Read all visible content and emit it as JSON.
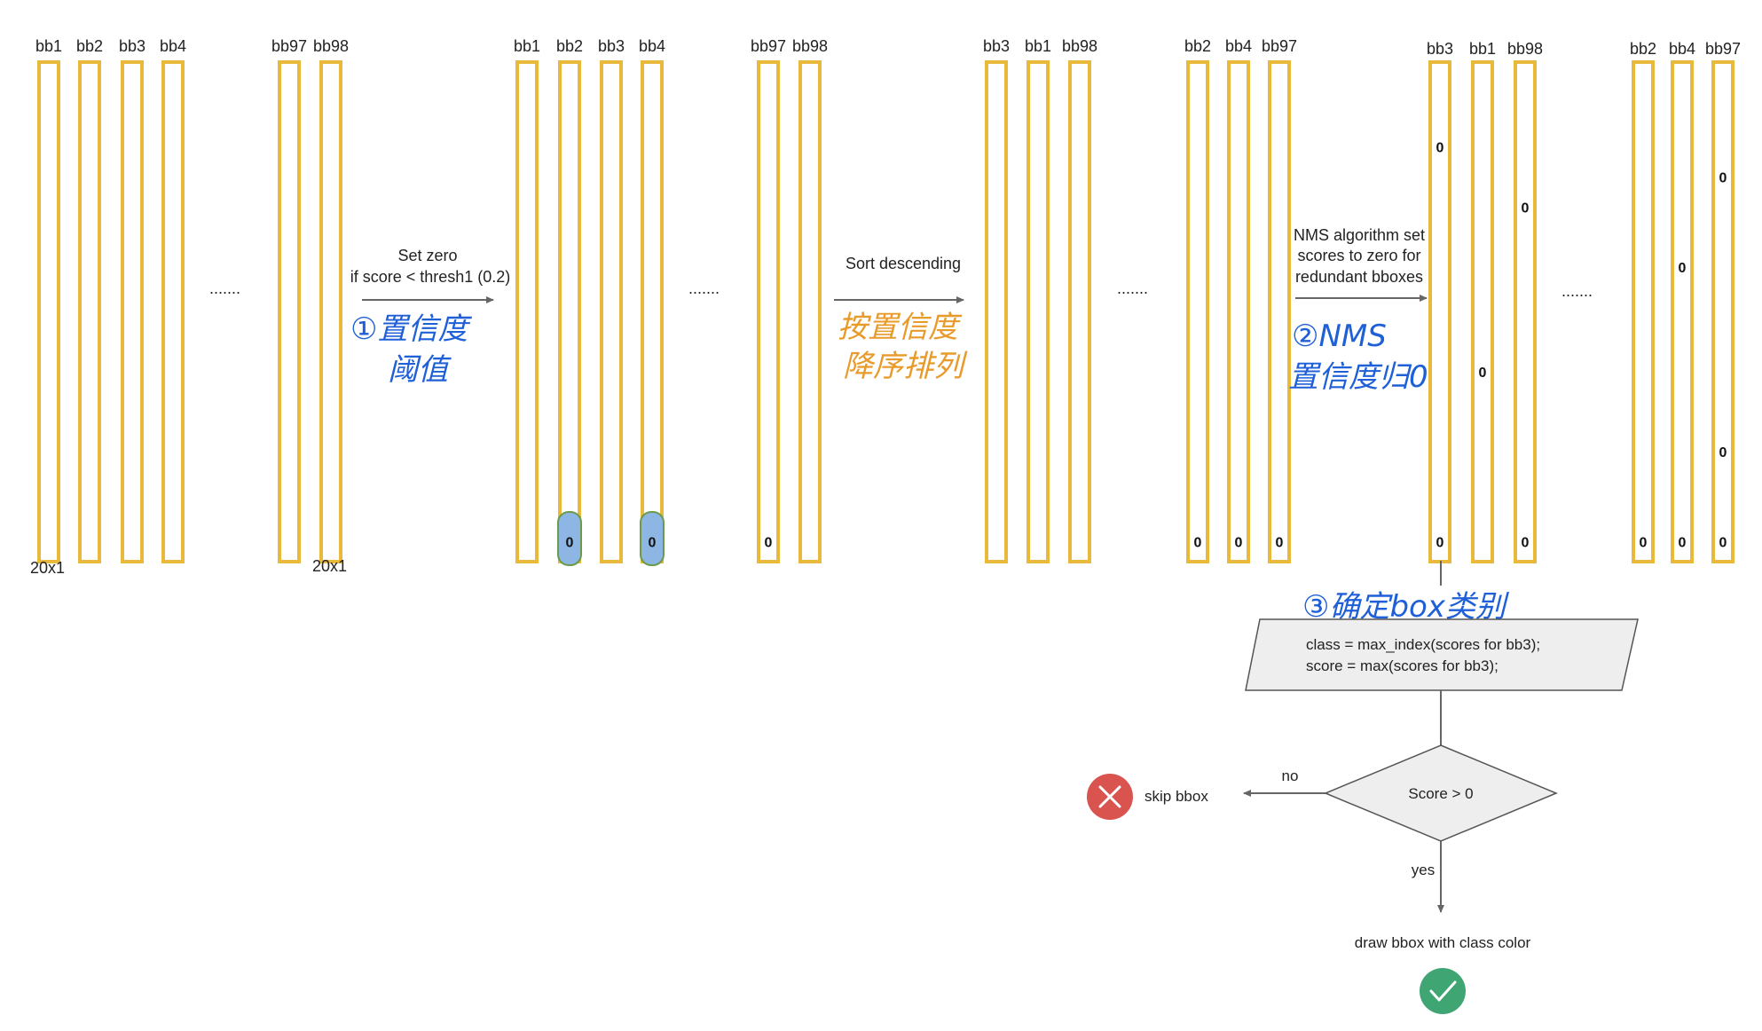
{
  "colors": {
    "bar": "#e9b93b",
    "highlight": "#8db6e4",
    "highlight_border": "#6a9a4a",
    "arrow": "#666666",
    "blue_hand": "#1f5fd8",
    "orange_hand": "#e89a2a",
    "shape_fill": "#eeeeee",
    "red": "#d9534f",
    "green": "#3fa673"
  },
  "columns": [
    {
      "label": "bb1",
      "zeros": []
    },
    {
      "label": "bb2",
      "zeros": []
    },
    {
      "label": "bb3",
      "zeros": []
    },
    {
      "label": "bb4",
      "zeros": []
    },
    {
      "label": "bb97",
      "zeros": []
    },
    {
      "label": "bb98",
      "zeros": []
    },
    {
      "label": "bb1",
      "zeros": []
    },
    {
      "label": "bb2",
      "zeros": [
        0.96
      ],
      "highlight": true
    },
    {
      "label": "bb3",
      "zeros": []
    },
    {
      "label": "bb4",
      "zeros": [
        0.96
      ],
      "highlight": true
    },
    {
      "label": "bb97",
      "zeros": [
        0.96
      ]
    },
    {
      "label": "bb98",
      "zeros": []
    },
    {
      "label": "bb3",
      "zeros": []
    },
    {
      "label": "bb1",
      "zeros": []
    },
    {
      "label": "bb98",
      "zeros": []
    },
    {
      "label": "bb2",
      "zeros": [
        0.96
      ]
    },
    {
      "label": "bb4",
      "zeros": [
        0.96
      ]
    },
    {
      "label": "bb97",
      "zeros": [
        0.96
      ]
    },
    {
      "label": "bb3",
      "zeros": [
        0.17,
        0.96
      ]
    },
    {
      "label": "bb1",
      "zeros": [
        0.62
      ]
    },
    {
      "label": "bb98",
      "zeros": [
        0.29,
        0.96
      ]
    },
    {
      "label": "bb2",
      "zeros": [
        0.96
      ]
    },
    {
      "label": "bb4",
      "zeros": [
        0.41,
        0.96
      ]
    },
    {
      "label": "bb97",
      "zeros": [
        0.23,
        0.78,
        0.96
      ]
    }
  ],
  "size_labels": [
    "20x1",
    "20x1"
  ],
  "ellipsis": ".......",
  "zero_text": "0",
  "steps": [
    {
      "lines": [
        "Set zero",
        "if score < thresh1 (0.2)"
      ],
      "hand": [
        "①置信度",
        "阈值"
      ],
      "hand_color": "blue"
    },
    {
      "lines": [
        "Sort descending"
      ],
      "hand": [
        "按置信度",
        "降序排列"
      ],
      "hand_color": "orange"
    },
    {
      "lines": [
        "NMS algorithm set",
        "scores to zero for",
        "redundant bboxes"
      ],
      "hand": [
        "②NMS",
        "置信度归0"
      ],
      "hand_color": "blue"
    }
  ],
  "flow": {
    "hand_label": "③确定box类别",
    "process_lines": [
      "class = max_index(scores for bb3);",
      "score = max(scores for bb3);"
    ],
    "decision": "Score > 0",
    "no_label": "no",
    "yes_label": "yes",
    "skip_label": "skip bbox",
    "draw_label": "draw bbox with class color"
  }
}
